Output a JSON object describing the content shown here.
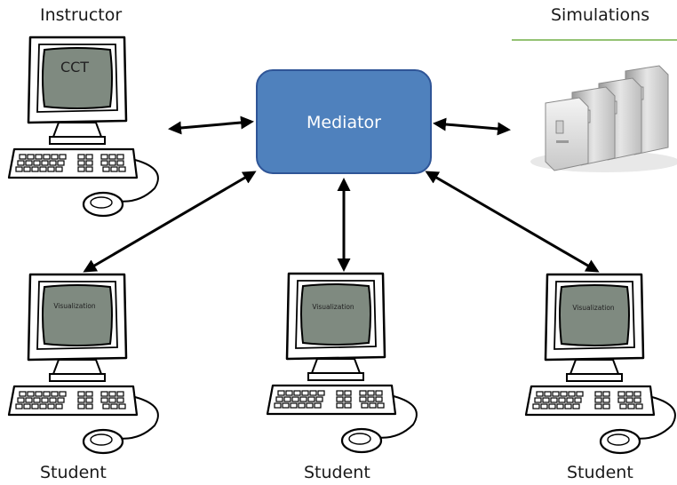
{
  "labels": {
    "instructor": "Instructor",
    "simulations": "Simulations",
    "student_left": "Student",
    "student_center": "Student",
    "student_right": "Student"
  },
  "mediator": {
    "label": "Mediator",
    "fill": "#4f81bd",
    "stroke": "#2f5597"
  },
  "screens": {
    "instructor": "CCT",
    "student_left": "Visualization",
    "student_center": "Visualization",
    "student_right": "Visualization"
  },
  "colors": {
    "screen": "#7f8a80",
    "monitor_body": "#ffffff",
    "outline": "#000000",
    "divider": "#70ad47"
  },
  "icons": {
    "computer": "computer-icon",
    "servers": "server-stack-icon"
  }
}
